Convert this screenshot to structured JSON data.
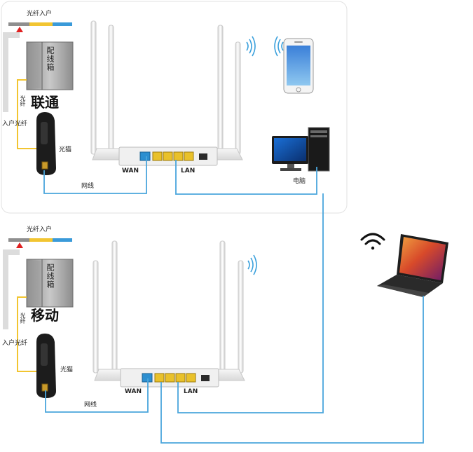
{
  "colors": {
    "cable": "#4aa6dc",
    "fiber": "#f2c531",
    "wan_port": "#2d8fd0",
    "lan_port": "#e9c12a",
    "fiber_bar": [
      "#8f8f8f",
      "#f2c531",
      "#3a9ad9"
    ],
    "arrow": "#e02020"
  },
  "sections": [
    {
      "fiber_entry_label": "光纤入户",
      "box_label": "配线箱",
      "fiber_vertical_label": "光纤",
      "isp_label": "联通",
      "home_fiber_label": "入户光纤",
      "modem_label": "光猫",
      "cable_label": "网线",
      "wan_label": "WAN",
      "lan_label": "LAN"
    },
    {
      "fiber_entry_label": "光纤入户",
      "box_label": "配线箱",
      "fiber_vertical_label": "光纤",
      "isp_label": "移动",
      "home_fiber_label": "入户光纤",
      "modem_label": "光猫",
      "cable_label": "网线",
      "wan_label": "WAN",
      "lan_label": "LAN"
    }
  ],
  "devices": {
    "pc_label": "电脑",
    "icons": [
      "phone-icon",
      "desktop-computer-icon",
      "laptop-icon",
      "wifi-icon",
      "wireless-signal-icon"
    ]
  }
}
